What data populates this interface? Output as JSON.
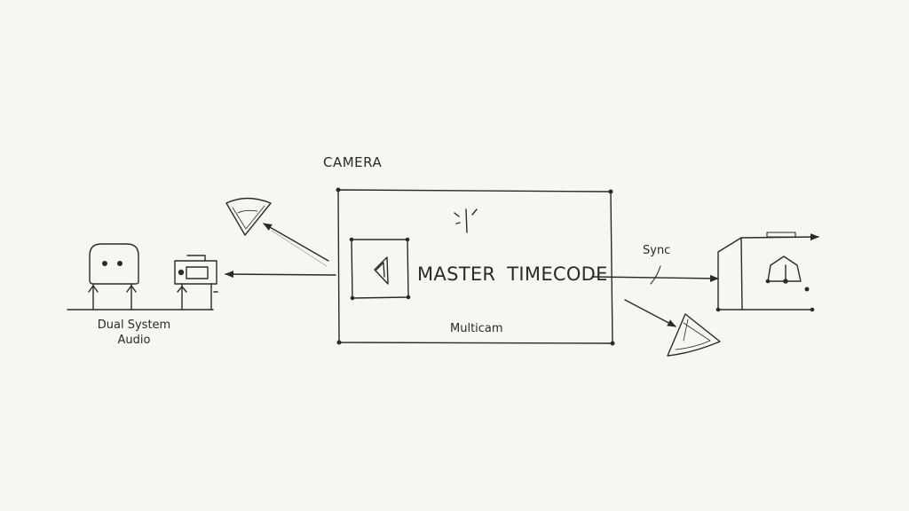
{
  "diagram": {
    "camera_label": "CAMERA",
    "master_label": "MASTER TIMECODE",
    "multicam_label": "Multicam",
    "sync_label": "Sync",
    "audio_label_line1": "Dual System",
    "audio_label_line2": "Audio"
  },
  "colors": {
    "background": "#f6f6f2",
    "ink": "#2a2a2a"
  }
}
